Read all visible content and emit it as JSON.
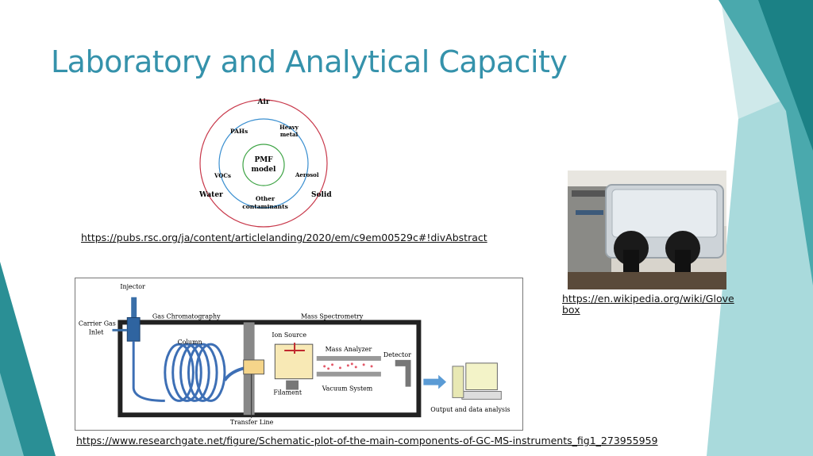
{
  "slide": {
    "title": "Laboratory and Analytical Capacity",
    "colors": {
      "title": "#3592ab",
      "accent_dark": "#1d8a8e",
      "accent_mid": "#4fb0b5",
      "accent_light": "#9ed6d8"
    }
  },
  "links": {
    "rsc": "https://pubs.rsc.org/ja/content/articlelanding/2020/em/c9em00529c#!divAbstract",
    "glove_line1": "https://en.wikipedia.org/wiki/Glove",
    "glove_line2": "box",
    "researchgate": "https://www.researchgate.net/figure/Schematic-plot-of-the-main-components-of-GC-MS-instruments_fig1_273955959"
  },
  "pmf_diagram": {
    "center_line1": "PMF",
    "center_line2": "model",
    "outer": {
      "top": "Air",
      "left": "Water",
      "right": "Solid"
    },
    "middle": {
      "pahs": "PAHs",
      "heavy_line1": "Heavy",
      "heavy_line2": "metal",
      "vocs": "VOCs",
      "aerosol": "Aerosol",
      "other_line1": "Other",
      "other_line2": "contaminants"
    }
  },
  "gcms_diagram": {
    "injector": "Injector",
    "carrier_line1": "Carrier Gas",
    "carrier_line2": "Inlet",
    "gc": "Gas Chromatography",
    "ms": "Mass Spectrometry",
    "column": "Column",
    "ion_source": "Ion Source",
    "mass_analyzer": "Mass Analyzer",
    "detector": "Detector",
    "filament": "Filament",
    "vacuum": "Vacuum System",
    "transfer": "Transfer Line",
    "output": "Output and data analysis"
  }
}
